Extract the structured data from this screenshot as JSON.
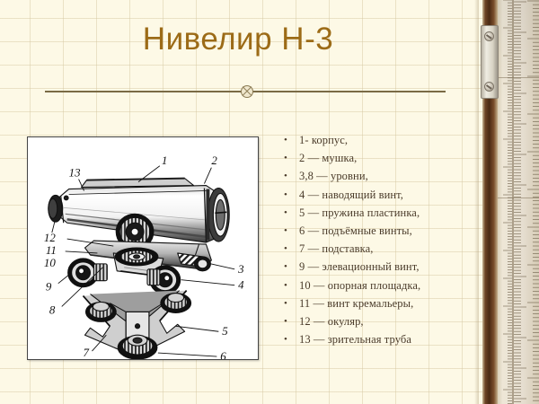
{
  "slide": {
    "title": "Нивелир Н-3",
    "background_color": "#fdf9e6",
    "title_color": "#9c6b17",
    "grid_line_color": "#d4c49e",
    "divider_color": "#7a6a45",
    "body_text_color": "#4a3b2a"
  },
  "divider": {
    "ornament_icon": "diamond-cross-ornament"
  },
  "figure": {
    "alt": "Схема нивелира Н-3 с выносными номерами деталей",
    "frame_border_color": "#454545",
    "background_color": "#ffffff",
    "callouts": [
      "1",
      "2",
      "3",
      "4",
      "5",
      "6",
      "7",
      "8",
      "9",
      "10",
      "11",
      "12",
      "13"
    ]
  },
  "list": {
    "bullet_glyph": "•",
    "items": [
      {
        "text": "1- корпус,"
      },
      {
        "text": "2 — мушка,"
      },
      {
        "text": "3,8 — уровни,"
      },
      {
        "text": "4 — наводящий винт,"
      },
      {
        "text": "5 — пружина пластинка,"
      },
      {
        "text": "6 — подъёмные винты,"
      },
      {
        "text": "7 — подставка,"
      },
      {
        "text": "9 — элевационный винт,"
      },
      {
        "text": "10 — опорная площадка,"
      },
      {
        "text": "11 — винт кремальеры,"
      },
      {
        "text": "12 — окуляр,"
      },
      {
        "text": "13 — зрительная труба"
      }
    ]
  },
  "ruler": {
    "name": "folding-ruler-decoration",
    "wood_color": "#4a2a13",
    "face_color": "#e6ded0",
    "hinge_color": "#d8d3c4"
  }
}
